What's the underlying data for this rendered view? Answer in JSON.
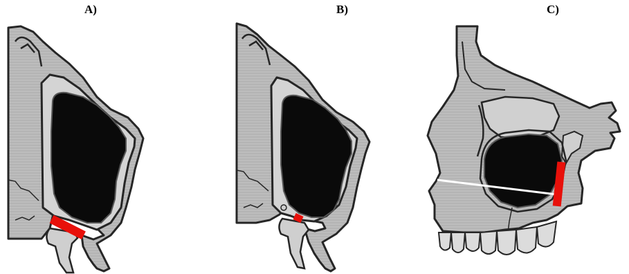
{
  "panels": [
    {
      "id": "A",
      "label": "A)"
    },
    {
      "id": "B",
      "label": "B)"
    },
    {
      "id": "C",
      "label": "C)"
    }
  ],
  "colors": {
    "bone": "#b9b9b9",
    "bone_dark": "#8c8c8c",
    "outline": "#2a2a2a",
    "sinus": "#0a0a0a",
    "highlight": "#e8100a",
    "measure_line": "#ffffff",
    "tooth": "#dcdcdc"
  }
}
